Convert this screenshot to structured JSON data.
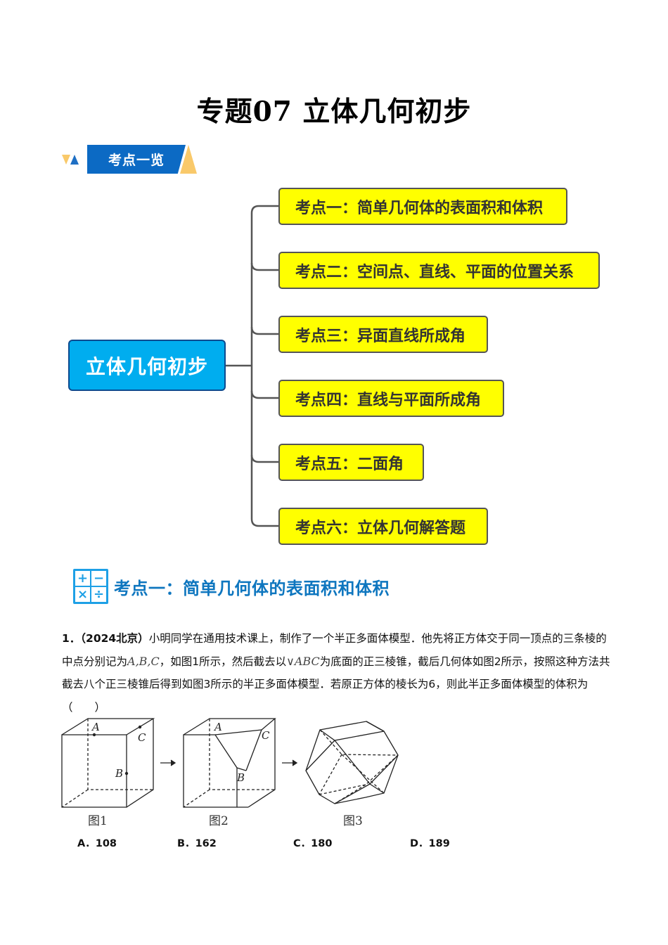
{
  "document": {
    "title": "专题07 立体几何初步"
  },
  "overview_banner": {
    "label": "考点一览"
  },
  "mindmap": {
    "root": "立体几何初步",
    "colors": {
      "root_fill": "#00adef",
      "topic_fill": "#ffff00",
      "connector": "#555555"
    },
    "topics": [
      {
        "label": "考点一：简单几何体的表面积和体积"
      },
      {
        "label": "考点二：空间点、直线、平面的位置关系"
      },
      {
        "label": "考点三：异面直线所成角"
      },
      {
        "label": "考点四：直线与平面所成角"
      },
      {
        "label": "考点五：二面角"
      },
      {
        "label": "考点六：立体几何解答题"
      }
    ]
  },
  "section": {
    "icon": "calculator-icon",
    "icon_symbols": [
      "+",
      "−",
      "×",
      "÷"
    ],
    "title": "考点一：简单几何体的表面积和体积"
  },
  "question": {
    "number": "1．",
    "source": "（2024北京）",
    "text_part1": "小明同学在通用技术课上，制作了一个半正多面体模型．他先将正方体交于同一顶点的三条棱的中点分别记为",
    "math1": "A,B,C",
    "text_part2": "，如图1所示，然后截去以",
    "math2": "∨ABC",
    "text_part3": "为底面的正三棱锥，截后几何体如图2所示，按照这种方法共截去八个正三棱锥后得到如图3所示的半正多面体模型．若原正方体的棱长为6，则此半正多面体模型的体积为（　　）",
    "figures": {
      "labels": [
        "图1",
        "图2",
        "图3"
      ],
      "points": [
        "A",
        "B",
        "C"
      ]
    },
    "options": [
      {
        "letter": "A．",
        "value": "108"
      },
      {
        "letter": "B．",
        "value": "162"
      },
      {
        "letter": "C．",
        "value": "180"
      },
      {
        "letter": "D．",
        "value": "189"
      }
    ]
  }
}
